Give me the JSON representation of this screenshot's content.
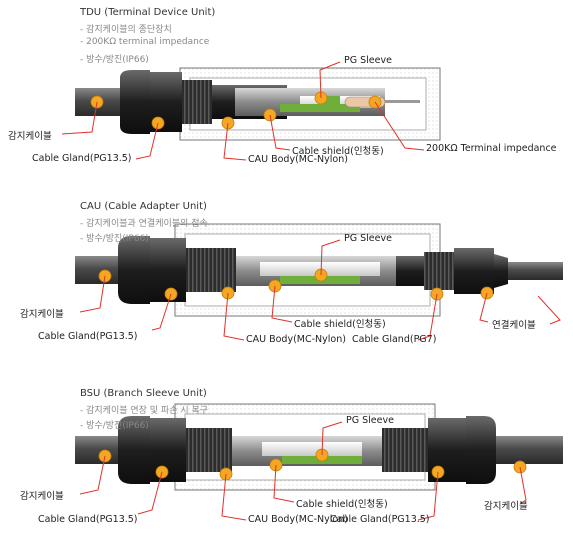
{
  "sections": [
    {
      "title": "TDU (Terminal Device Unit)",
      "bullets": [
        "- 감지케이블의 종단장치",
        "- 200KΩ terminal impedance",
        "- 방수/방진(IP66)"
      ],
      "labels": {
        "pg_sleeve": "PG Sleeve",
        "sense_cable_left": "감지케이블",
        "cable_gland_left": "Cable Gland(PG13.5)",
        "cau_body": "CAU Body(MC-Nylon)",
        "cable_shield": "Cable shield(인청동)",
        "terminal_impedance": "200KΩ Terminal impedance"
      }
    },
    {
      "title": "CAU (Cable Adapter Unit)",
      "bullets": [
        "- 감지케이블과 연결케이블의 접속",
        "- 방수/방진(IP66)"
      ],
      "labels": {
        "pg_sleeve": "PG Sleeve",
        "sense_cable_left": "감지케이블",
        "cable_gland_left": "Cable Gland(PG13.5)",
        "cau_body": "CAU Body(MC-Nylon)",
        "cable_shield": "Cable shield(인청동)",
        "cable_gland_right": "Cable Gland(PG7)",
        "connection_cable": "연결케이블"
      }
    },
    {
      "title": "BSU (Branch Sleeve Unit)",
      "bullets": [
        "- 감지케이블 연장 및 파손 시 복구",
        "- 방수/방진(IP66)"
      ],
      "labels": {
        "pg_sleeve": "PG Sleeve",
        "sense_cable_left": "감지케이블",
        "cable_gland_left": "Cable Gland(PG13.5)",
        "cau_body": "CAU Body(MC-Nylon)",
        "cable_shield": "Cable shield(인청동)",
        "cable_gland_right": "Cable Gland(PG13.5)",
        "sense_cable_right": "감지케이블"
      }
    }
  ],
  "colors": {
    "marker": "#f5a623",
    "leader": "#e0322b",
    "housing": "#3a3a3a",
    "cable": "#5a5a5a",
    "shield": "#6fae3a",
    "body_outline": "#8c8c8c"
  }
}
